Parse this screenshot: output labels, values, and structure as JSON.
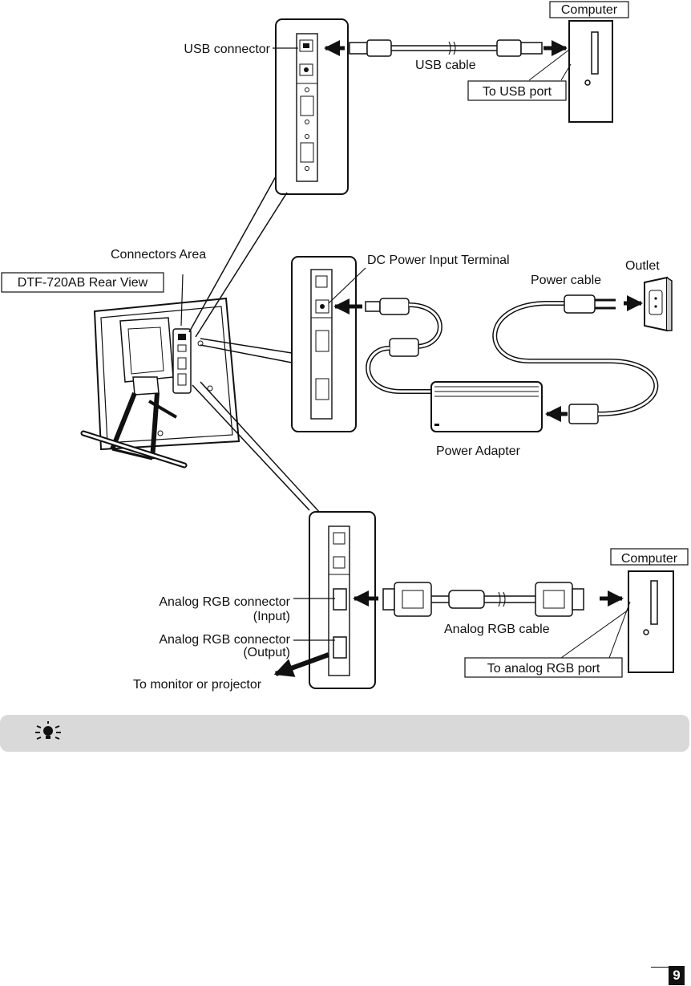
{
  "labels": {
    "computer_top": "Computer",
    "usb_connector": "USB connector",
    "usb_cable": "USB cable",
    "to_usb_port": "To USB port",
    "connectors_area": "Connectors Area",
    "rear_view": "DTF-720AB Rear View",
    "dc_power_input": "DC Power Input Terminal",
    "outlet": "Outlet",
    "power_cable": "Power cable",
    "power_adapter": "Power Adapter",
    "computer_bottom": "Computer",
    "analog_rgb_input_line1": "Analog RGB connector",
    "analog_rgb_input_line2": "(Input)",
    "analog_rgb_output_line1": "Analog RGB connector",
    "analog_rgb_output_line2": "(Output)",
    "analog_rgb_cable": "Analog RGB cable",
    "to_analog_rgb_port": "To analog RGB port",
    "to_monitor": "To monitor or projector"
  },
  "icons": {
    "hint": "lightbulb-icon"
  },
  "page_number": "9",
  "colors": {
    "ink": "#111111",
    "note_bar": "#d9d9d9"
  }
}
